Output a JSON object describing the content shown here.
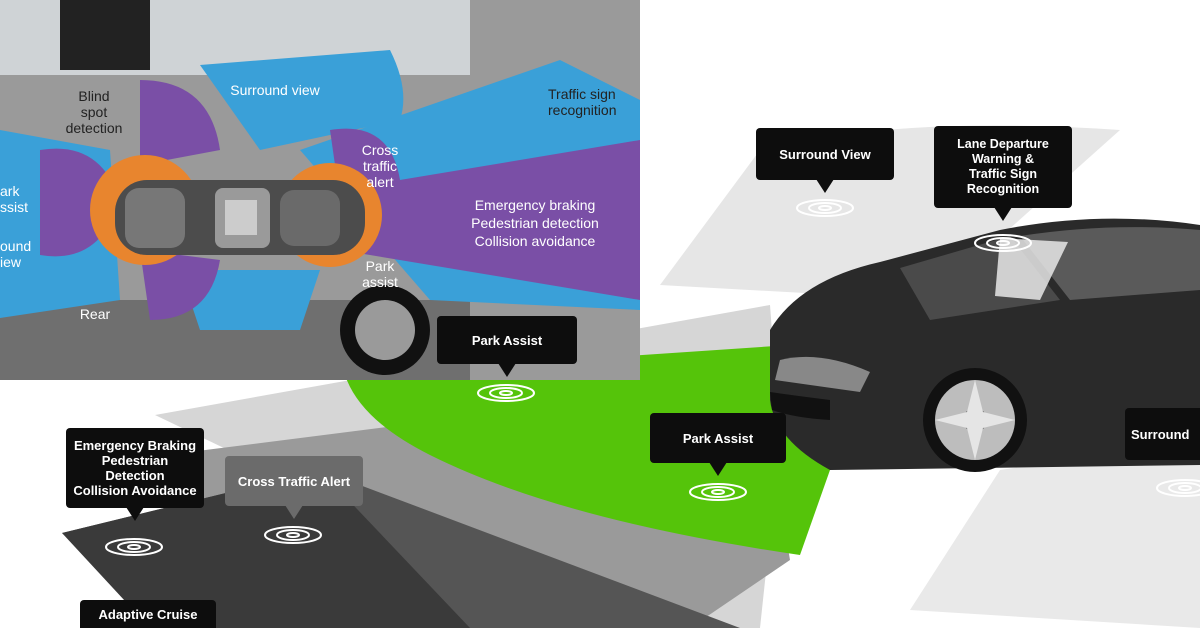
{
  "inset_diagram": {
    "zone_labels": {
      "surround_view_top": "Surround view",
      "blind_spot": "Blind\nspot\ndetection",
      "traffic_sign": "Traffic sign\nrecognition",
      "cross_traffic": "Cross\ntraffic\nalert",
      "emergency": "Emergency braking\nPedestrian detection\nCollision avoidance",
      "park_assist": "Park\nassist",
      "park_assist_left": "ark\nssist",
      "surround_view_left": "ound\niew",
      "rear": "Rear"
    }
  },
  "callouts": {
    "surround_view": "Surround View",
    "lane_departure": "Lane Departure\nWarning &\nTraffic Sign\nRecognition",
    "park_assist_upper": "Park Assist",
    "park_assist_lower": "Park Assist",
    "emergency": "Emergency Braking\nPedestrian Detection\nCollision Avoidance",
    "cross_traffic": "Cross Traffic Alert",
    "surround_right": "Surround",
    "adaptive_cruise": "Adaptive Cruise"
  },
  "colors": {
    "inset_blue": "#3aa0d8",
    "inset_purple": "#7a4fa6",
    "inset_orange": "#e8852e",
    "zone_green": "#55c40a",
    "callout_bg": "#0d0d0d",
    "car_body": "#2a2a2a"
  },
  "icons": [
    "sensor-wave-icon",
    "car-topview-icon",
    "car-perspective-icon"
  ]
}
